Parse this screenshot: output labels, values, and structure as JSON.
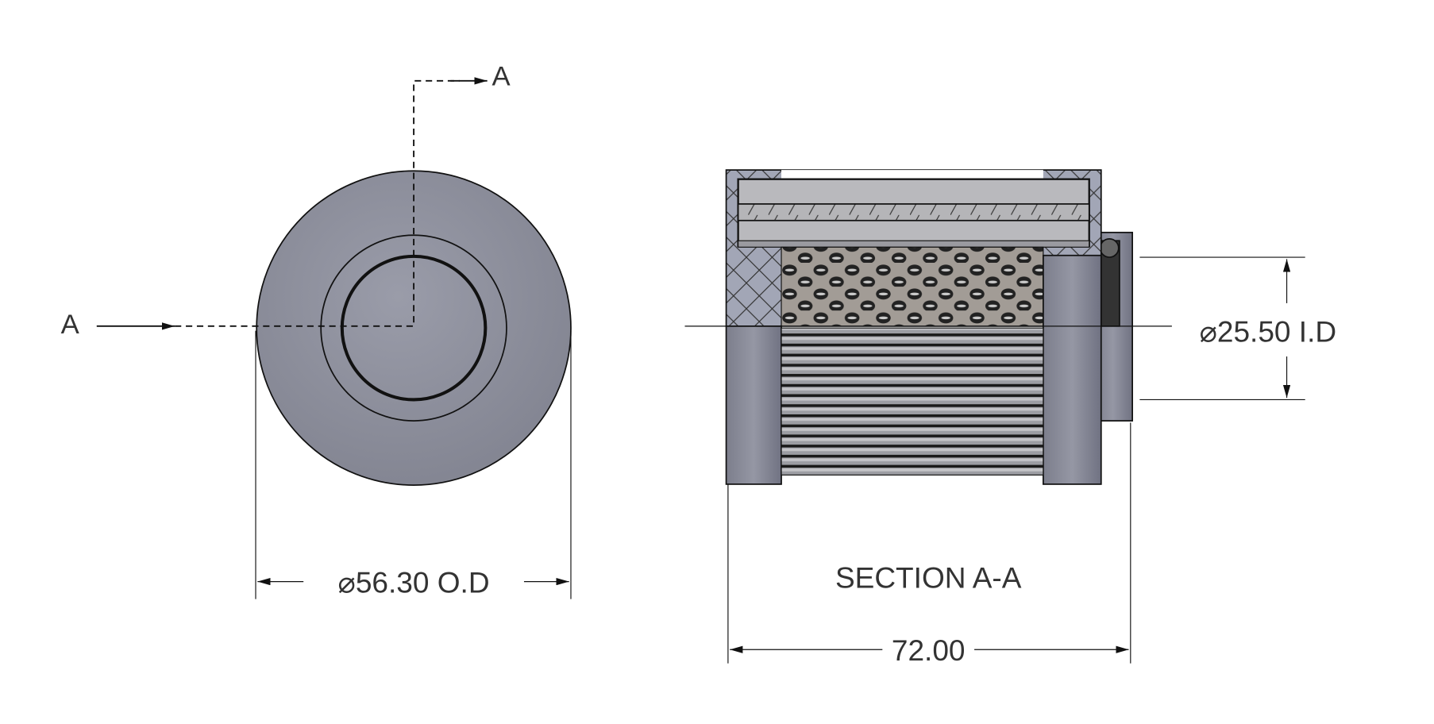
{
  "front_view": {
    "section_label_left": "A",
    "section_label_top": "A",
    "outer_diameter_dim": "⌀56.30 O.D"
  },
  "section_view": {
    "title": "SECTION A-A",
    "inner_diameter_dim": "⌀25.50 I.D",
    "length_dim": "72.00"
  },
  "colors": {
    "body": "#8d8f9c",
    "body_dark": "#6f7180",
    "cap": "#b9b9bd",
    "mesh": "#a39d98",
    "line": "#111111"
  }
}
